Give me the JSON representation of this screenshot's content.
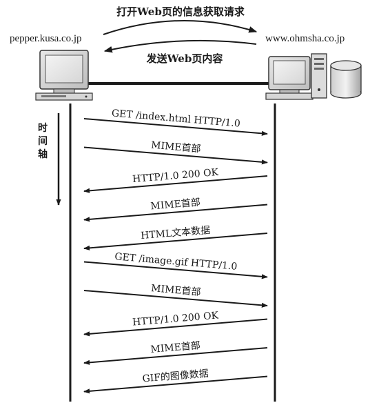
{
  "top": {
    "request_label": "打开Web页的信息获取请求",
    "response_label": "发送Web页内容"
  },
  "hosts": {
    "client": "pepper.kusa.co.jp",
    "server": "www.ohmsha.co.jp"
  },
  "time_axis": {
    "label_chars": [
      "时",
      "间",
      "轴"
    ]
  },
  "messages": [
    {
      "label": "GET /index.html HTTP/1.0",
      "direction": "to-server"
    },
    {
      "label": "MIME首部",
      "direction": "to-server"
    },
    {
      "label": "HTTP/1.0 200 OK",
      "direction": "to-client"
    },
    {
      "label": "MIME首部",
      "direction": "to-client"
    },
    {
      "label": "HTML文本数据",
      "direction": "to-client"
    },
    {
      "label": "GET /image.gif HTTP/1.0",
      "direction": "to-server"
    },
    {
      "label": "MIME首部",
      "direction": "to-server"
    },
    {
      "label": "HTTP/1.0 200 OK",
      "direction": "to-client"
    },
    {
      "label": "MIME首部",
      "direction": "to-client"
    },
    {
      "label": "GIF的图像数据",
      "direction": "to-client"
    }
  ]
}
